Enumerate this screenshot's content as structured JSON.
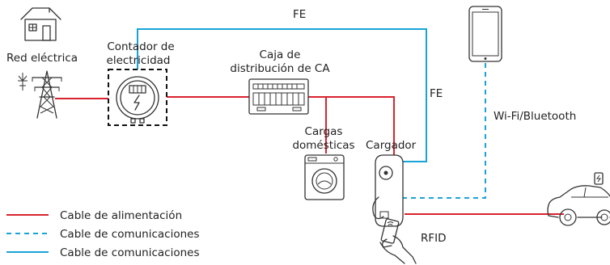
{
  "colors": {
    "power_cable": "#d9232e",
    "comm_cable": "#1aa3d6",
    "icon_stroke": "#333333",
    "text": "#222222"
  },
  "labels": {
    "grid": "Red eléctrica",
    "meter_line1": "Contador de",
    "meter_line2": "electricidad",
    "ac_box_line1": "Caja de",
    "ac_box_line2": "distribución de CA",
    "fe_top": "FE",
    "fe_side": "FE",
    "wifi": "Wi-Fi/Bluetooth",
    "home_loads_line1": "Cargas",
    "home_loads_line2": "domésticas",
    "charger": "Cargador",
    "rfid": "RFID"
  },
  "legend": [
    {
      "style": "power",
      "label": "Cable de alimentación"
    },
    {
      "style": "wireless",
      "label": "Cable de comunicaciones"
    },
    {
      "style": "comm",
      "label": "Cable de comunicaciones"
    }
  ],
  "icons": {
    "house": "house-icon",
    "tower": "power-tower-icon",
    "meter": "electricity-meter-icon",
    "ac_box": "ac-distribution-box-icon",
    "washer": "washing-machine-icon",
    "charger": "ev-charger-icon",
    "phone": "smartphone-icon",
    "car": "electric-car-icon",
    "card": "rfid-card-icon"
  }
}
